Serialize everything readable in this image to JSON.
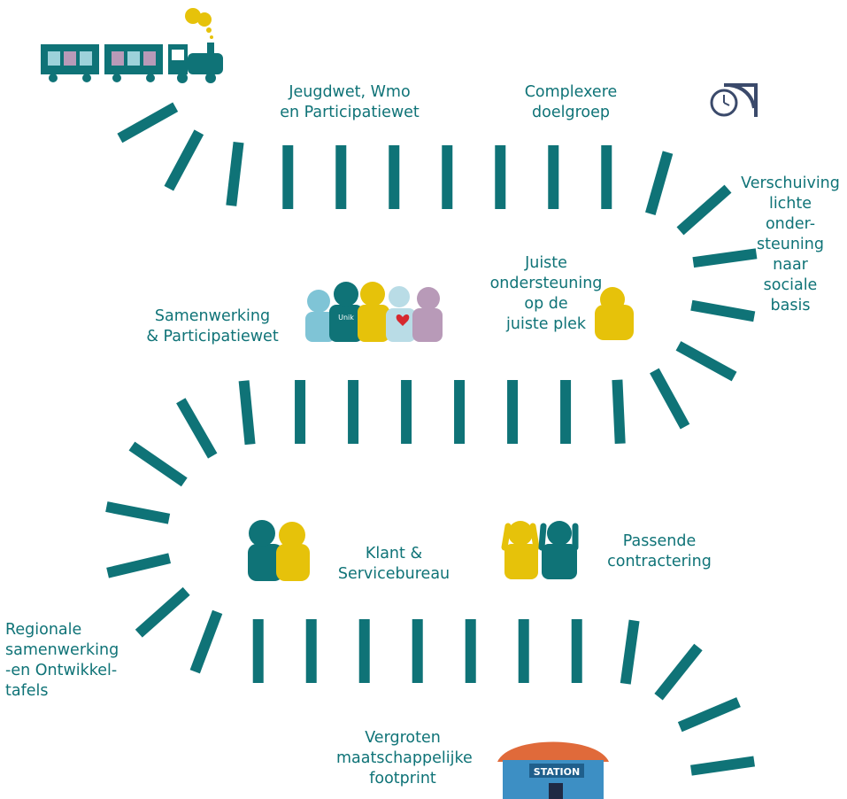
{
  "milestones": [
    {
      "id": "jeugdwet",
      "text": "Jeugdwet, Wmo\nen Participatiewet"
    },
    {
      "id": "complexere",
      "text": "Complexere\ndoelgroep"
    },
    {
      "id": "verschuiving",
      "text": "Verschuiving\nlichte\nonder-\nsteuning\nnaar\nsociale\nbasis"
    },
    {
      "id": "juiste",
      "text": "Juiste\nondersteuning\nop de\njuiste plek"
    },
    {
      "id": "samenwerking",
      "text": "Samenwerking\n& Participatiewet"
    },
    {
      "id": "klant",
      "text": "Klant &\nServicebureau"
    },
    {
      "id": "passende",
      "text": "Passende\ncontractering"
    },
    {
      "id": "regionale",
      "text": "Regionale\nsamenwerking\n-en Ontwikkel-\ntafels"
    },
    {
      "id": "vergroten",
      "text": "Vergroten\nmaatschappelijke\nfootprint"
    }
  ],
  "illustrations": {
    "station_sign": "STATION",
    "shirt_text": "Unik"
  },
  "colors": {
    "track": "#0f7377",
    "text": "#0f7377",
    "yellow": "#e6c20a",
    "light_blue": "#7fc4d6",
    "pale_blue": "#b9dce6",
    "lilac": "#b89ab8",
    "red": "#d6282e",
    "station_roof": "#e06a3a",
    "station_wall": "#3d8fc4"
  }
}
